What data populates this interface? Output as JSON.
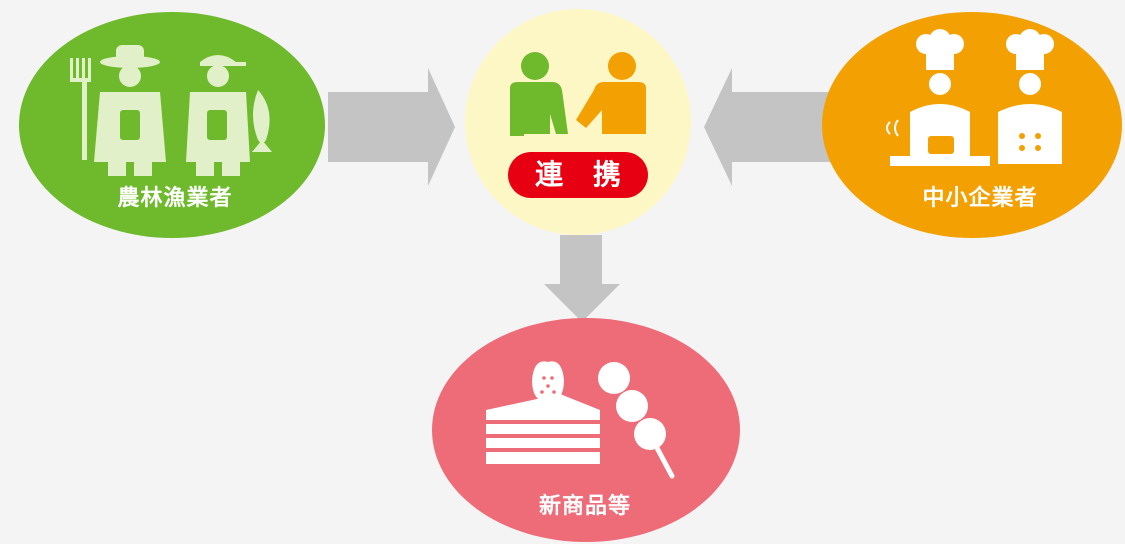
{
  "nodes": {
    "farmers": {
      "label": "農林漁業者",
      "color": "#6fba2c",
      "icon": "farmer-fisher-icon"
    },
    "partnership": {
      "badge": "連 携",
      "color": "#fdf7c5",
      "badge_color": "#e60012",
      "icon": "handshake-icon"
    },
    "sme": {
      "label": "中小企業者",
      "color": "#f3a003",
      "icon": "chef-icon"
    },
    "products": {
      "label": "新商品等",
      "color": "#ee6c78",
      "icon": "cake-dango-icon"
    }
  },
  "colors": {
    "arrow": "#c4c4c4",
    "background": "#f4f4f4"
  }
}
